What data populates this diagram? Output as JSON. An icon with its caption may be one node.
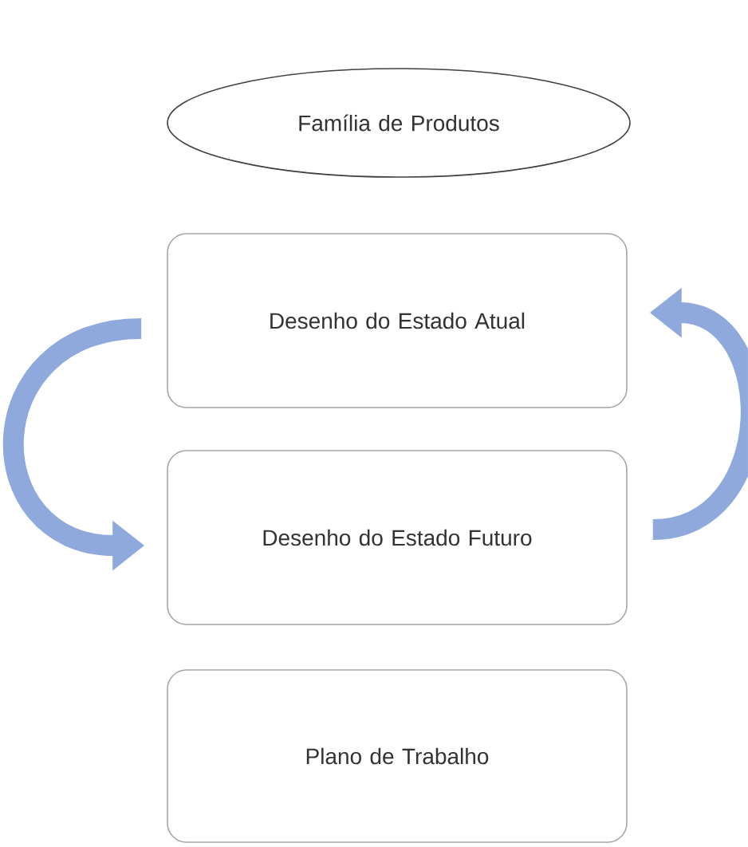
{
  "diagram": {
    "nodes": [
      {
        "text": [
          "Família de Produtos"
        ]
      },
      {
        "text": [
          "Desenho do Estado Atual"
        ]
      },
      {
        "text": [
          "Desenho do Estado Futuro"
        ]
      },
      {
        "text": [
          "Plano de Trabalho"
        ]
      }
    ],
    "edges": [
      {
        "from": 1,
        "to": 2,
        "arrow": "to"
      },
      {
        "from": 2,
        "to": 1,
        "arrow": "to"
      }
    ]
  }
}
